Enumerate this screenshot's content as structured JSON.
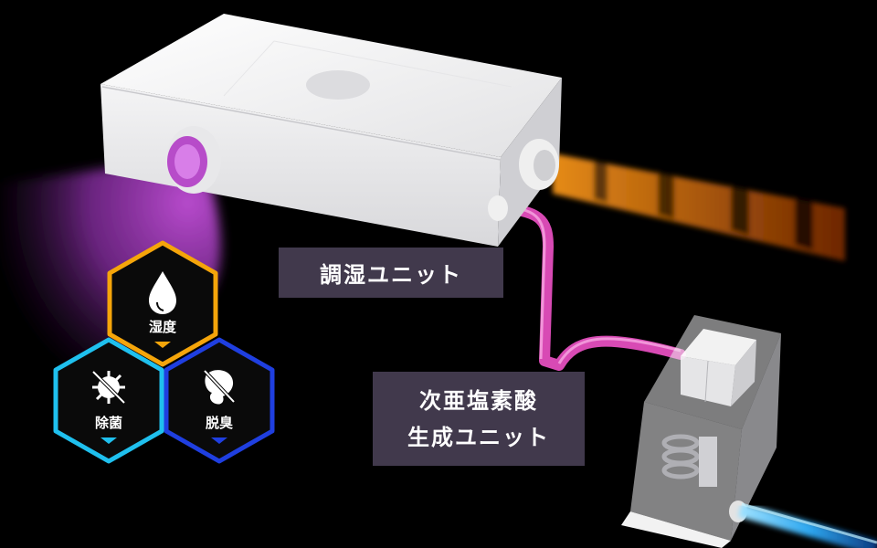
{
  "units": {
    "humidity_unit_label": "調湿ユニット",
    "hypochlorous_unit_label_line1": "次亜塩素酸",
    "hypochlorous_unit_label_line2": "生成ユニット"
  },
  "badges": [
    {
      "label": "湿度",
      "icon": "water-drop-icon",
      "color": "#f5a50a"
    },
    {
      "label": "除菌",
      "icon": "virus-crossed-icon",
      "color": "#1fc0ee"
    },
    {
      "label": "脱臭",
      "icon": "deodorize-icon",
      "color": "#1f3fe0"
    }
  ],
  "colors": {
    "background": "#000000",
    "mist": "#a83ec4",
    "tube": "#e35bc0",
    "exhaust": "#ff8a10",
    "water": "#2fa8f0",
    "label_bg": "#463e52"
  }
}
